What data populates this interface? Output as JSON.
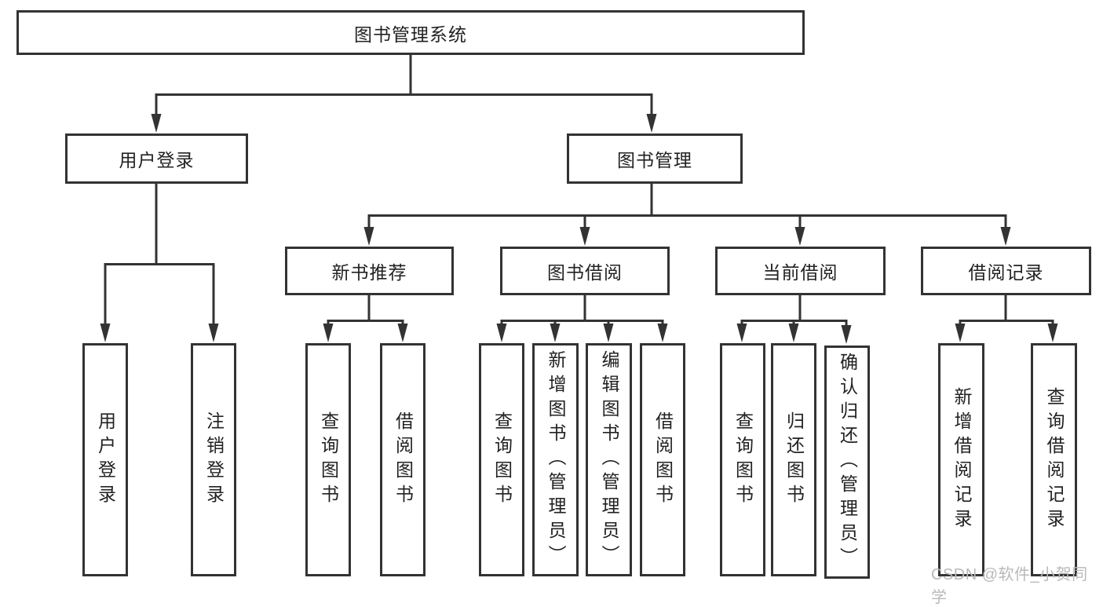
{
  "tree": {
    "label": "图书管理系统",
    "children": [
      {
        "label": "用户登录",
        "children": [
          {
            "label": "用户登录"
          },
          {
            "label": "注销登录"
          }
        ]
      },
      {
        "label": "图书管理",
        "children": [
          {
            "label": "新书推荐",
            "children": [
              {
                "label": "查询图书"
              },
              {
                "label": "借阅图书"
              }
            ]
          },
          {
            "label": "图书借阅",
            "children": [
              {
                "label": "查询图书"
              },
              {
                "label": "新增图书（管理员）"
              },
              {
                "label": "编辑图书（管理员）"
              },
              {
                "label": "借阅图书"
              }
            ]
          },
          {
            "label": "当前借阅",
            "children": [
              {
                "label": "查询图书"
              },
              {
                "label": "归还图书"
              },
              {
                "label": "确认归还（管理员）"
              }
            ]
          },
          {
            "label": "借阅记录",
            "children": [
              {
                "label": "新增借阅记录"
              },
              {
                "label": "查询借阅记录"
              }
            ]
          }
        ]
      }
    ]
  },
  "watermark": {
    "text": "CSDN @软件_小贺同学"
  },
  "colors": {
    "line": "#333333",
    "box_border": "#333333",
    "text": "#222222",
    "watermark_text": "#b9b9b9",
    "background": "#ffffff"
  }
}
